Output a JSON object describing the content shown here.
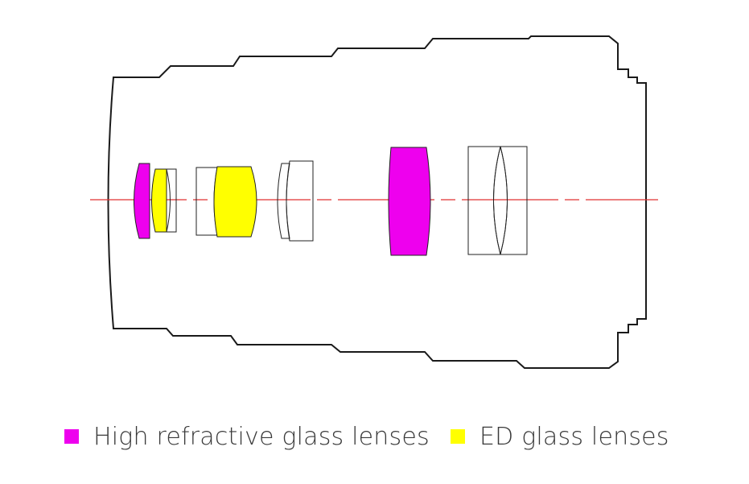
{
  "colors": {
    "high_refractive": "#ee00ee",
    "ed_glass": "#ffff00",
    "optical_axis": "#e03030",
    "outline": "#1a1a1a"
  },
  "legend": {
    "items": [
      {
        "key": "high_refractive",
        "label": "High refractive glass lenses"
      },
      {
        "key": "ed_glass",
        "label": "ED glass lenses"
      }
    ]
  }
}
